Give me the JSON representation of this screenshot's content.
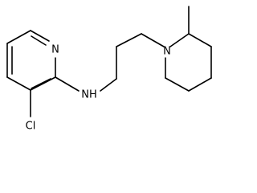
{
  "molecule": {
    "atom_labels": {
      "pyridine_nitrogen": "N",
      "amine_nitrogen": "N",
      "amine_hydrogen": "H",
      "piperidine_nitrogen": "N",
      "chlorine": "Cl"
    }
  }
}
